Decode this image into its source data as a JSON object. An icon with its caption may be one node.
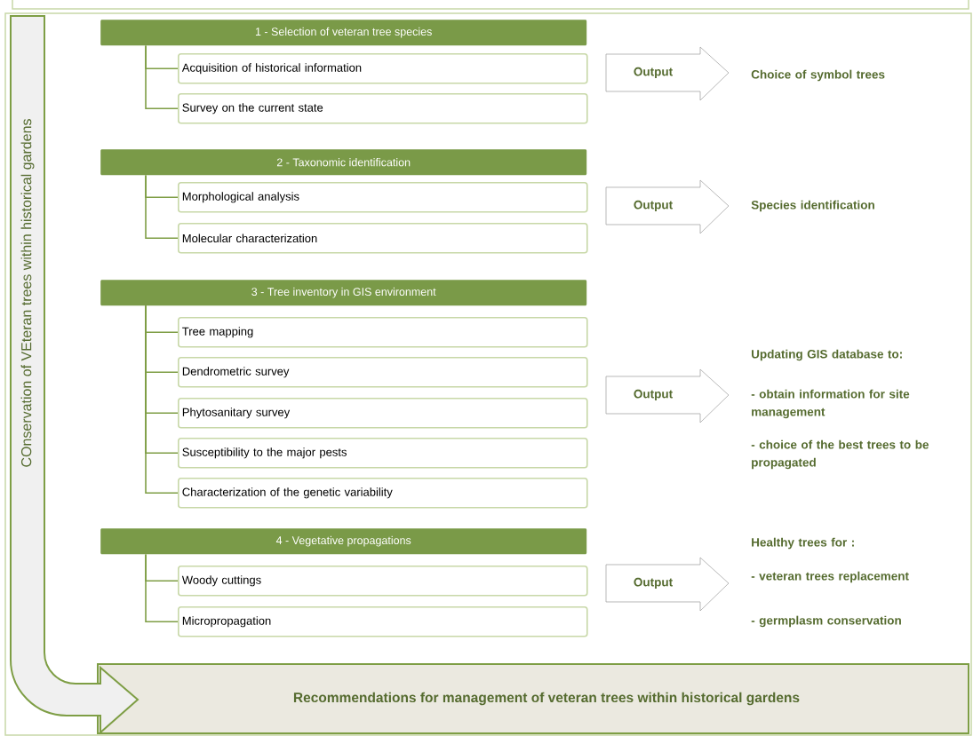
{
  "diagram": {
    "nodes": [
      {
        "text": [
          "COnservation of VEteran trees within historical gardens"
        ]
      },
      {
        "text": [
          "1 - Selection of veteran tree species"
        ]
      },
      {
        "text": [
          "Acquisition of historical information"
        ]
      },
      {
        "text": [
          "Survey on the current state"
        ]
      },
      {
        "text": [
          "Output"
        ],
        "beside": [
          "Choice of symbol trees"
        ]
      },
      {
        "text": [
          "2 - Taxonomic identification"
        ]
      },
      {
        "text": [
          "Morphological analysis"
        ]
      },
      {
        "text": [
          "Molecular characterization"
        ]
      },
      {
        "text": [
          "Output"
        ],
        "beside": [
          "Species identification"
        ]
      },
      {
        "text": [
          "3 - Tree inventory in GIS environment"
        ]
      },
      {
        "text": [
          "Tree mapping"
        ]
      },
      {
        "text": [
          "Dendrometric survey"
        ]
      },
      {
        "text": [
          "Phytosanitary survey"
        ]
      },
      {
        "text": [
          "Susceptibility to the major pests"
        ]
      },
      {
        "text": [
          "Characterization of the genetic variability"
        ]
      },
      {
        "text": [
          "Output"
        ],
        "beside": [
          "Updating GIS database to:",
          "- obtain information for site management",
          "- choice of the best trees to be propagated"
        ]
      },
      {
        "text": [
          "4 - Vegetative propagations"
        ]
      },
      {
        "text": [
          "Woody cuttings"
        ]
      },
      {
        "text": [
          "Micropropagation"
        ]
      },
      {
        "text": [
          "Output"
        ],
        "beside": [
          "Healthy trees for :",
          "- veteran trees replacement",
          "- germplasm conservation"
        ]
      },
      {
        "text": [
          "Recommendations for management of veteran trees within historical gardens"
        ]
      }
    ],
    "edges": [
      {
        "from": 1,
        "to": 2,
        "arrow": "none"
      },
      {
        "from": 1,
        "to": 3,
        "arrow": "none"
      },
      {
        "from": 5,
        "to": 6,
        "arrow": "none"
      },
      {
        "from": 5,
        "to": 7,
        "arrow": "none"
      },
      {
        "from": 9,
        "to": 10,
        "arrow": "none"
      },
      {
        "from": 9,
        "to": 11,
        "arrow": "none"
      },
      {
        "from": 9,
        "to": 12,
        "arrow": "none"
      },
      {
        "from": 9,
        "to": 13,
        "arrow": "none"
      },
      {
        "from": 9,
        "to": 14,
        "arrow": "none"
      },
      {
        "from": 16,
        "to": 17,
        "arrow": "none"
      },
      {
        "from": 16,
        "to": 18,
        "arrow": "none"
      }
    ]
  }
}
